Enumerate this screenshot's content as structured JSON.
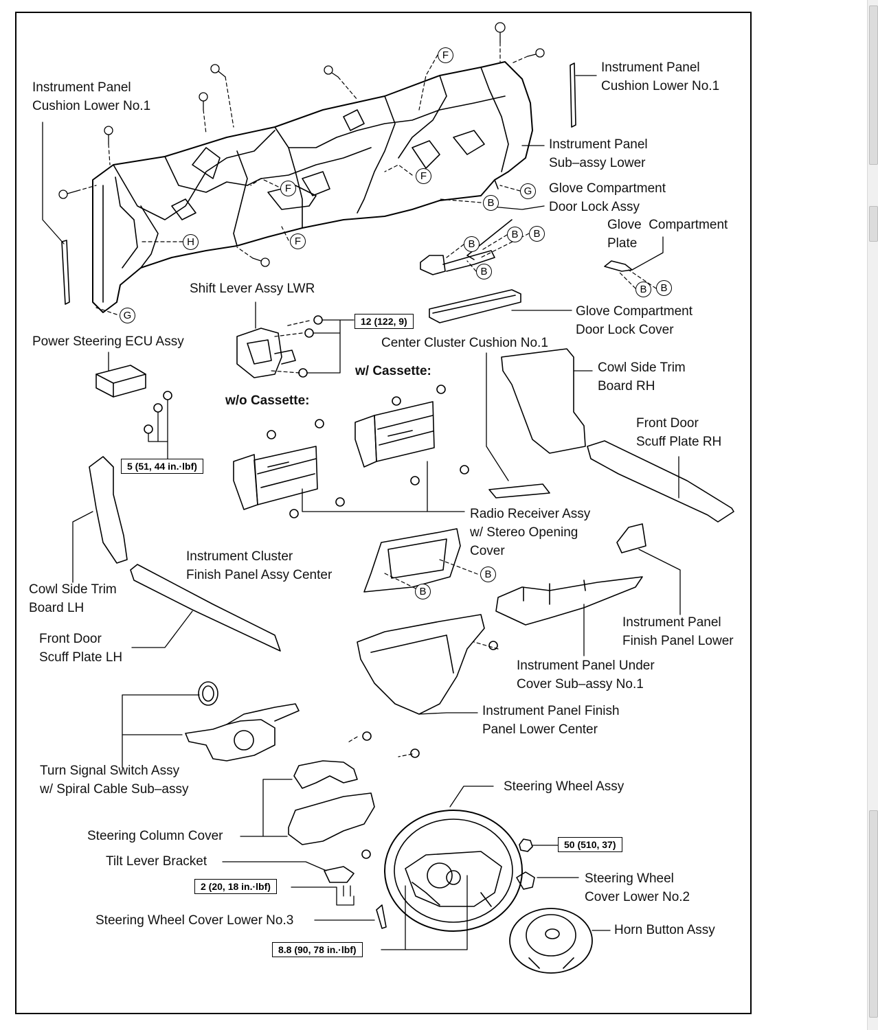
{
  "labels": {
    "ip_cushion_lower_left": "Instrument Panel\nCushion Lower No.1",
    "ip_cushion_lower_right": "Instrument Panel\nCushion Lower No.1",
    "ip_subassy_lower": "Instrument Panel\nSub–assy Lower",
    "glove_door_lock": "Glove Compartment\nDoor Lock Assy",
    "glove_plate": "Glove  Compartment\nPlate",
    "shift_lever": "Shift Lever Assy LWR",
    "glove_lock_cover": "Glove Compartment\nDoor Lock Cover",
    "power_steering_ecu": "Power Steering ECU Assy",
    "center_cluster_cushion": "Center Cluster Cushion No.1",
    "with_cassette": "w/ Cassette:",
    "without_cassette": "w/o Cassette:",
    "cowl_side_rh": "Cowl Side Trim\nBoard RH",
    "front_door_scuff_rh": "Front Door\nScuff Plate RH",
    "radio_receiver": "Radio Receiver Assy\nw/ Stereo Opening\nCover",
    "cluster_finish_center": "Instrument Cluster\nFinish Panel Assy Center",
    "cowl_side_lh": "Cowl Side Trim\nBoard LH",
    "front_door_scuff_lh": "Front Door\nScuff Plate LH",
    "ip_finish_lower": "Instrument Panel\nFinish Panel Lower",
    "ip_under_cover": "Instrument Panel Under\nCover Sub–assy No.1",
    "ip_finish_lower_center": "Instrument Panel Finish\nPanel Lower Center",
    "turn_signal": "Turn Signal Switch Assy\nw/ Spiral Cable Sub–assy",
    "steering_wheel": "Steering Wheel Assy",
    "column_cover": "Steering Column Cover",
    "tilt_lever": "Tilt Lever Bracket",
    "sw_cover_no2": "Steering Wheel\nCover Lower No.2",
    "sw_cover_no3": "Steering Wheel Cover Lower No.3",
    "horn_button": "Horn Button Assy"
  },
  "torque": {
    "t1": "12 (122, 9)",
    "t2": "5 (51, 44 in.·lbf)",
    "t3": "50 (510, 37)",
    "t4": "2 (20, 18 in.·lbf)",
    "t5": "8.8 (90, 78 in.·lbf)"
  },
  "callouts": {
    "f": "F",
    "g": "G",
    "h": "H",
    "b": "B"
  }
}
